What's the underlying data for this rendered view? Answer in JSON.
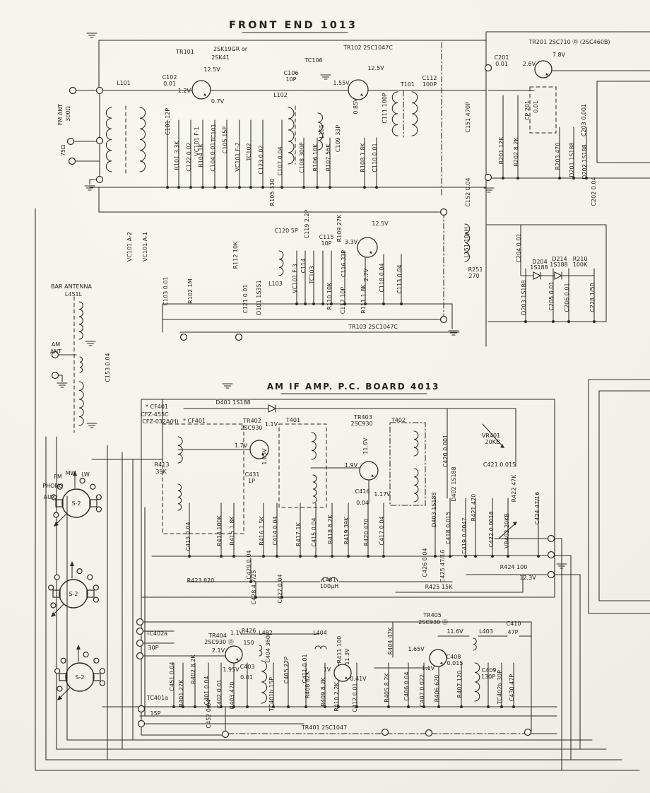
{
  "colors": {
    "paper": "#f5f3ec",
    "ink": "#2a2a24"
  },
  "schematic": {
    "front_end": {
      "title": "FRONT END 1013",
      "labels": [
        [
          "TR101",
          262,
          76,
          0,
          9
        ],
        [
          "2SK19GR or",
          326,
          72
        ],
        [
          "2SK41",
          312,
          84
        ],
        [
          "12.5V",
          300,
          101
        ],
        [
          "C102",
          240,
          112
        ],
        [
          "0.01",
          240,
          121
        ],
        [
          "1.2V",
          261,
          131
        ],
        [
          "0.7V",
          308,
          146
        ],
        [
          "L101",
          175,
          120
        ],
        [
          "C101 12P",
          240,
          172,
          -90
        ],
        [
          "VC101 F-1",
          281,
          200,
          -90
        ],
        [
          "TC101",
          305,
          188,
          -90
        ],
        [
          "R101 3.3K",
          253,
          220,
          -90
        ],
        [
          "C122 0.02",
          270,
          222,
          -90
        ],
        [
          "R104 1K",
          287,
          220,
          -90
        ],
        [
          "C104 0.01",
          304,
          222,
          -90
        ],
        [
          "C105 15P",
          321,
          198,
          -90
        ],
        [
          "VC101 F-2",
          339,
          222,
          -90
        ],
        [
          "TC102",
          355,
          215,
          -90
        ],
        [
          "C123 0.02",
          372,
          226,
          -90
        ],
        [
          "C107 0.04",
          399,
          228,
          -90
        ],
        [
          "C106",
          412,
          106
        ],
        [
          "10P",
          412,
          115
        ],
        [
          "TC106",
          444,
          88
        ],
        [
          "L102",
          397,
          137
        ],
        [
          "L105",
          458,
          186,
          -90
        ],
        [
          "C109 33P",
          481,
          196,
          -90
        ],
        [
          "C108 300P",
          430,
          223,
          -90
        ],
        [
          "R106 10K",
          449,
          223,
          -90
        ],
        [
          "R107 56K",
          467,
          223,
          -90
        ],
        [
          "TR102  2SC1047C",
          521,
          70,
          0,
          9
        ],
        [
          "12.5V",
          532,
          99
        ],
        [
          "1.55V",
          483,
          120
        ],
        [
          "0.85V",
          506,
          150,
          -90
        ],
        [
          "R108 1.8K",
          516,
          223,
          -90
        ],
        [
          "C110 0.01",
          533,
          223,
          -90
        ],
        [
          "C111 100P",
          547,
          153,
          -90
        ],
        [
          "T101",
          577,
          122
        ],
        [
          "C112",
          608,
          113
        ],
        [
          "100P",
          608,
          122
        ],
        [
          "C151 470P",
          665,
          166,
          -90
        ],
        [
          "C152 0.04",
          665,
          272,
          -90
        ],
        [
          "R105 330",
          388,
          272,
          -90
        ],
        [
          "C119 2.2P",
          437,
          317,
          -90
        ],
        [
          "C120  5P",
          405,
          329
        ],
        [
          "R109 27K",
          483,
          323,
          -90
        ],
        [
          "C115",
          462,
          338
        ],
        [
          "10P",
          462,
          347
        ],
        [
          "3.3V",
          497,
          345
        ],
        [
          "12.5V",
          538,
          319
        ],
        [
          "C116 33P",
          489,
          373,
          -90
        ],
        [
          "2.7V",
          521,
          389,
          -90
        ],
        [
          "VC101 A-2",
          186,
          349,
          -90
        ],
        [
          "VC101 A-1",
          208,
          349,
          -90
        ],
        [
          "C103 0.01",
          237,
          412,
          -90
        ],
        [
          "R102 1M",
          272,
          412,
          -90
        ],
        [
          "R112 10K",
          336,
          361,
          -90
        ],
        [
          "C121 0.01",
          350,
          423,
          -90
        ],
        [
          "D101 1S351",
          369,
          421,
          -90
        ],
        [
          "L103",
          390,
          404
        ],
        [
          "VC101 F-3",
          420,
          394,
          -90
        ],
        [
          "C114",
          432,
          376,
          -90
        ],
        [
          "TC103",
          444,
          389,
          -90
        ],
        [
          "R110 10K",
          469,
          419,
          -90
        ],
        [
          "C117 10P",
          488,
          425,
          -90
        ],
        [
          "R111 1.8K",
          517,
          423,
          -90
        ],
        [
          "C118 0.04",
          543,
          393,
          -90
        ],
        [
          "C113 0.04",
          568,
          395,
          -90
        ],
        [
          "TR103  2SC1047C",
          528,
          465,
          0,
          9
        ],
        [
          "L151 10µH",
          663,
          343,
          -90
        ],
        [
          "R251",
          673,
          384
        ],
        [
          "270",
          671,
          393
        ],
        [
          "C153 0.04",
          155,
          520,
          -90
        ],
        [
          "TR201 2SC710 Ⓓ (2SC460B)",
          806,
          62
        ],
        [
          "C201",
          710,
          84
        ],
        [
          "0.01",
          710,
          93
        ],
        [
          "2.6V",
          749,
          93
        ],
        [
          "7.8V",
          791,
          80
        ],
        [
          "CP 201",
          749,
          156,
          -90
        ],
        [
          "0.01",
          761,
          151,
          -90
        ],
        [
          "R201 12K",
          712,
          213,
          -90
        ],
        [
          "R202 8.2K",
          733,
          215,
          -90
        ],
        [
          "R203 470",
          792,
          221,
          -90
        ],
        [
          "C203 0.001",
          829,
          170,
          -90
        ],
        [
          "D201 1S188",
          812,
          226,
          -90
        ],
        [
          "D202 1S188",
          830,
          229,
          -90
        ],
        [
          "C202 0.04",
          843,
          271,
          -90
        ],
        [
          "C204 0.01",
          737,
          351,
          -90
        ],
        [
          "D204",
          764,
          373
        ],
        [
          "1S188",
          763,
          381
        ],
        [
          "D214",
          792,
          369
        ],
        [
          "1S188",
          791,
          377
        ],
        [
          "R210",
          821,
          369
        ],
        [
          "100K",
          821,
          377
        ],
        [
          "D203 1S188",
          744,
          421,
          -90
        ],
        [
          "C205 0.01",
          783,
          419,
          -90
        ],
        [
          "C206 0.01",
          805,
          421,
          -90
        ],
        [
          "C228 1/50",
          841,
          421,
          -90
        ]
      ]
    },
    "left_panel": {
      "labels": [
        [
          "FM ANT",
          88,
          162,
          -90
        ],
        [
          "300Ω",
          99,
          161,
          -90
        ],
        [
          "75Ω",
          92,
          213,
          -90
        ],
        [
          "BAR ANTENNA",
          101,
          408,
          0,
          8.5
        ],
        [
          "L451L",
          104,
          419
        ],
        [
          "AM",
          79,
          490
        ],
        [
          "ANT",
          79,
          500
        ],
        [
          "FM",
          82,
          677
        ],
        [
          "MW",
          100,
          672
        ],
        [
          "LW",
          121,
          674
        ],
        [
          "PHONO",
          75,
          690
        ],
        [
          "AUX",
          70,
          706
        ],
        [
          "S-2",
          108,
          715,
          0,
          7.5
        ],
        [
          "S-2",
          104,
          843,
          0,
          7.5
        ],
        [
          "S-2",
          113,
          961,
          0,
          7.5
        ]
      ]
    },
    "am_if": {
      "title": "AM IF AMP. P.C. BOARD 4013",
      "labels": [
        [
          "* CF401",
          222,
          578
        ],
        [
          "CFZ-455C",
          219,
          589
        ],
        [
          "CFZ-032A(H)",
          227,
          599
        ],
        [
          "D401 1S188",
          330,
          572
        ],
        [
          "* CF401",
          275,
          598
        ],
        [
          "TR402",
          357,
          598
        ],
        [
          "2SC930",
          356,
          608
        ],
        [
          "1.1V",
          384,
          603
        ],
        [
          "T401",
          415,
          597
        ],
        [
          "1.7V",
          341,
          633
        ],
        [
          "1.05V",
          377,
          646,
          -90
        ],
        [
          "R413",
          229,
          660
        ],
        [
          "39K",
          228,
          670
        ],
        [
          "C431",
          357,
          674
        ],
        [
          "1P",
          356,
          683
        ],
        [
          "TR403",
          514,
          593
        ],
        [
          "2SC930",
          512,
          602
        ],
        [
          "T402",
          564,
          597
        ],
        [
          "11.6V",
          520,
          631,
          -90
        ],
        [
          "1.9V",
          497,
          661
        ],
        [
          "C416",
          513,
          698
        ],
        [
          "0.04",
          513,
          714
        ],
        [
          "1.17V",
          541,
          702
        ],
        [
          "C420 0.001",
          633,
          638,
          -90
        ],
        [
          "VR401",
          695,
          619
        ],
        [
          "20KB",
          697,
          628
        ],
        [
          "C421  0.015",
          707,
          660
        ],
        [
          "R422 47K",
          730,
          691,
          -90
        ],
        [
          "D402 1S188",
          645,
          685,
          -90
        ],
        [
          "R421 470",
          673,
          718,
          -90
        ],
        [
          "C418 0.015",
          637,
          747,
          -90
        ],
        [
          "C419 0.0047",
          660,
          758,
          -90
        ],
        [
          "D403 1S188",
          617,
          721,
          -90
        ],
        [
          "C422 0.0018",
          698,
          749,
          -90
        ],
        [
          "VR402 20KB",
          720,
          751,
          -90
        ],
        [
          "C424  47/16",
          763,
          719,
          -90
        ],
        [
          "C413 0.04",
          269,
          759,
          -90
        ],
        [
          "R414 100K",
          313,
          751,
          -90
        ],
        [
          "R415 1.8K",
          331,
          751,
          -90
        ],
        [
          "R416 1.5K",
          373,
          751,
          -90
        ],
        [
          "C414 0.04",
          392,
          751,
          -90
        ],
        [
          "R417 1K",
          425,
          756,
          -90
        ],
        [
          "C415 0.04",
          447,
          753,
          -90
        ],
        [
          "R418 8.2K",
          470,
          749,
          -90
        ],
        [
          "R419 39K",
          493,
          751,
          -90
        ],
        [
          "R420 470",
          521,
          753,
          -90
        ],
        [
          "C417 0.04",
          543,
          751,
          -90
        ],
        [
          "C429 0.04",
          355,
          799,
          -90
        ],
        [
          "C428 4.7/25",
          362,
          831,
          -90
        ],
        [
          "C427 0.04",
          399,
          833,
          -90
        ],
        [
          "L401",
          466,
          823
        ],
        [
          "100µH",
          466,
          832
        ],
        [
          "R423  820",
          284,
          824
        ],
        [
          "C426 0.04",
          604,
          796,
          -90
        ],
        [
          "C425 47/16",
          629,
          801,
          -90
        ],
        [
          "R424  100",
          727,
          805
        ],
        [
          "12.3V",
          747,
          820
        ],
        [
          "R425  15K",
          621,
          833
        ],
        [
          "TC402a",
          222,
          899
        ],
        [
          "30P",
          217,
          919
        ],
        [
          "TR404",
          308,
          902
        ],
        [
          "2SC930 Ⓓ",
          310,
          911
        ],
        [
          "1.1V",
          335,
          898
        ],
        [
          "R426",
          352,
          895
        ],
        [
          "150",
          352,
          912
        ],
        [
          "L402",
          376,
          898
        ],
        [
          "C404 360P",
          382,
          916,
          -90
        ],
        [
          "2.1V",
          309,
          923
        ],
        [
          "1.95V",
          327,
          950
        ],
        [
          "C403",
          350,
          946
        ],
        [
          "0.01",
          349,
          961
        ],
        [
          "C451 0.04",
          246,
          957,
          -90
        ],
        [
          "R402 8.2K",
          276,
          947,
          -90
        ],
        [
          "R401 27K",
          259,
          981,
          -90
        ],
        [
          "C401 0.04",
          295,
          977,
          -90
        ],
        [
          "C402 0.01",
          313,
          982,
          -90
        ],
        [
          "R403 470",
          331,
          984,
          -90
        ],
        [
          "TC401b 15P",
          387,
          982,
          -90
        ],
        [
          "C405 22P",
          408,
          948,
          -90
        ],
        [
          "L404",
          453,
          898
        ],
        [
          "C411 0.01",
          434,
          946,
          -90
        ],
        [
          "R411 100",
          483,
          919,
          -90
        ],
        [
          "11.3V",
          494,
          929,
          -90
        ],
        [
          "1V",
          463,
          950
        ],
        [
          "R408 82K",
          438,
          969,
          -90
        ],
        [
          "R409 8.2K",
          460,
          979,
          -90
        ],
        [
          "R410 2.2K",
          479,
          986,
          -90
        ],
        [
          "0.41V",
          507,
          963
        ],
        [
          "C412 0.01",
          505,
          987,
          -90
        ],
        [
          "TR401  2SC1047",
          459,
          1032,
          0,
          9
        ],
        [
          "TC401a",
          223,
          990
        ],
        [
          "15P",
          220,
          1012
        ],
        [
          "C452 0.04",
          298,
          1010,
          -90
        ],
        [
          "TR405",
          612,
          873
        ],
        [
          "2SC930 Ⓓ",
          613,
          883
        ],
        [
          "R404 47K",
          555,
          907,
          -90
        ],
        [
          "1.65V",
          589,
          921
        ],
        [
          "11.6V",
          644,
          896
        ],
        [
          "L403",
          688,
          896
        ],
        [
          "C410",
          727,
          885
        ],
        [
          "47P",
          726,
          897
        ],
        [
          "C408",
          642,
          932
        ],
        [
          "0.015",
          644,
          941
        ],
        [
          "1.1V",
          606,
          948
        ],
        [
          "R405 8.2K",
          550,
          973,
          -90
        ],
        [
          "C406 0.04",
          578,
          971,
          -90
        ],
        [
          "C407 0.022",
          600,
          977,
          -90
        ],
        [
          "R406 620",
          621,
          974,
          -90
        ],
        [
          "R407 120",
          653,
          968,
          -90
        ],
        [
          "C409",
          692,
          951
        ],
        [
          "130P",
          691,
          960
        ],
        [
          "TC402b 30P",
          710,
          972,
          -90
        ],
        [
          "C430 47P",
          727,
          973,
          -90
        ]
      ]
    }
  }
}
